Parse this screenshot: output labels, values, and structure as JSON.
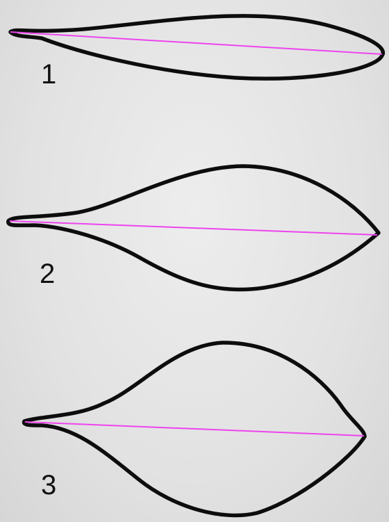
{
  "figure": {
    "leaves": [
      {
        "label": "1",
        "outline_color": "#0d0d0d",
        "axis_color": "#ee44ee"
      },
      {
        "label": "2",
        "outline_color": "#0d0d0d",
        "axis_color": "#ee44ee"
      },
      {
        "label": "3",
        "outline_color": "#0d0d0d",
        "axis_color": "#ee44ee"
      }
    ]
  }
}
